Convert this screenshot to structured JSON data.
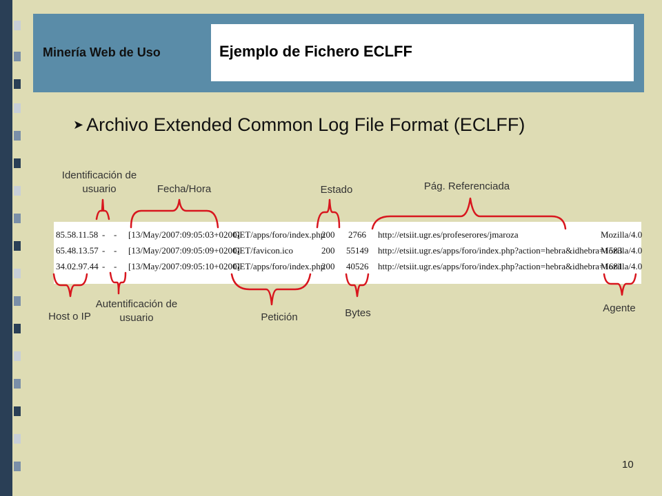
{
  "header": {
    "section": "Minería Web de Uso",
    "title": "Ejemplo de Fichero ECLFF"
  },
  "bullet": "Archivo Extended Common  Log File Format (ECLFF)",
  "log_rows": [
    {
      "ip": "85.58.11.58",
      "user": "-",
      "auth": "-",
      "date": "[13/May/2007:09:05:03+0200]",
      "request": "GET/apps/foro/index.php",
      "status": "200",
      "bytes": "2766",
      "referer": "http://etsiit.ugr.es/profeserores/jmaroza",
      "agent": "Mozilla/4.0"
    },
    {
      "ip": "65.48.13.57",
      "user": "-",
      "auth": "-",
      "date": "[13/May/2007:09:05:09+0200]",
      "request": "GET/favicon.ico",
      "status": "200",
      "bytes": "55149",
      "referer": "http://etsiit.ugr.es/apps/foro/index.php?action=hebra&idhebra=1583",
      "agent": "Mozilla/4.0"
    },
    {
      "ip": "34.02.97.44",
      "user": "-",
      "auth": "-",
      "date": "[13/May/2007:09:05:10+0200]",
      "request": "GET/apps/foro/index.php",
      "status": "200",
      "bytes": "40526",
      "referer": "http://etsiit.ugr.es/apps/foro/index.php?action=hebra&idhebra=1681",
      "agent": "Mozilla/4.0"
    }
  ],
  "labels": {
    "user_id": "Identificación de usuario",
    "datetime": "Fecha/Hora",
    "status": "Estado",
    "referer": "Pág. Referenciada",
    "host": "Host o IP",
    "auth": "Autentificación de usuario",
    "request": "Petición",
    "bytes": "Bytes",
    "agent": "Agente"
  },
  "page_number": "10",
  "colors": {
    "background": "#dedcb4",
    "header_band": "#5a8ca8",
    "brace": "#d8161e"
  }
}
